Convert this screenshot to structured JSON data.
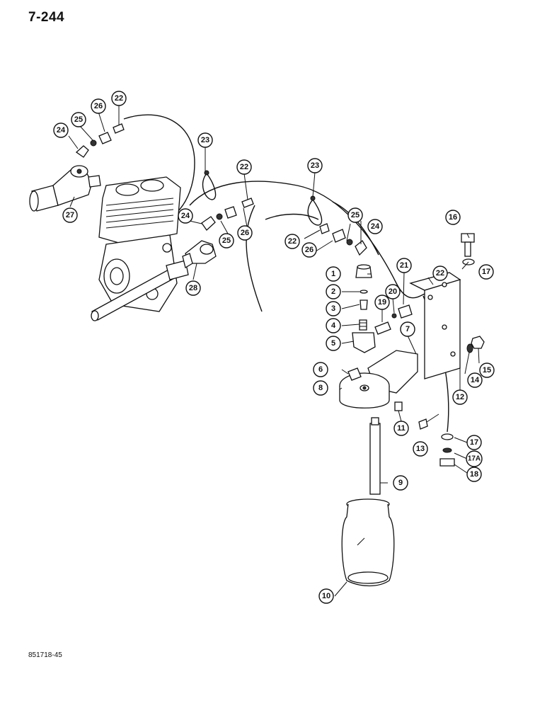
{
  "page": {
    "number": "7-244",
    "figure_code": "851718-45"
  },
  "callouts": [
    {
      "id": "c22a",
      "label": "22"
    },
    {
      "id": "c26a",
      "label": "26"
    },
    {
      "id": "c25a",
      "label": "25"
    },
    {
      "id": "c24a",
      "label": "24"
    },
    {
      "id": "c27",
      "label": "27"
    },
    {
      "id": "c23a",
      "label": "23"
    },
    {
      "id": "c22b",
      "label": "22"
    },
    {
      "id": "c24b",
      "label": "24"
    },
    {
      "id": "c25b",
      "label": "25"
    },
    {
      "id": "c26b",
      "label": "26"
    },
    {
      "id": "c28",
      "label": "28"
    },
    {
      "id": "c23b",
      "label": "23"
    },
    {
      "id": "c25c",
      "label": "25"
    },
    {
      "id": "c24c",
      "label": "24"
    },
    {
      "id": "c22c",
      "label": "22"
    },
    {
      "id": "c26c",
      "label": "26"
    },
    {
      "id": "c16",
      "label": "16"
    },
    {
      "id": "c17a",
      "label": "17"
    },
    {
      "id": "c1",
      "label": "1"
    },
    {
      "id": "c21",
      "label": "21"
    },
    {
      "id": "c22d",
      "label": "22"
    },
    {
      "id": "c2",
      "label": "2"
    },
    {
      "id": "c20",
      "label": "20"
    },
    {
      "id": "c3",
      "label": "3"
    },
    {
      "id": "c19",
      "label": "19"
    },
    {
      "id": "c4",
      "label": "4"
    },
    {
      "id": "c7",
      "label": "7"
    },
    {
      "id": "c5",
      "label": "5"
    },
    {
      "id": "c15",
      "label": "15"
    },
    {
      "id": "c14",
      "label": "14"
    },
    {
      "id": "c6",
      "label": "6"
    },
    {
      "id": "c8",
      "label": "8"
    },
    {
      "id": "c12",
      "label": "12"
    },
    {
      "id": "c11",
      "label": "11"
    },
    {
      "id": "c13",
      "label": "13"
    },
    {
      "id": "c17b",
      "label": "17"
    },
    {
      "id": "c17A",
      "label": "17A"
    },
    {
      "id": "c18",
      "label": "18"
    },
    {
      "id": "c9",
      "label": "9"
    },
    {
      "id": "c10",
      "label": "10"
    }
  ]
}
